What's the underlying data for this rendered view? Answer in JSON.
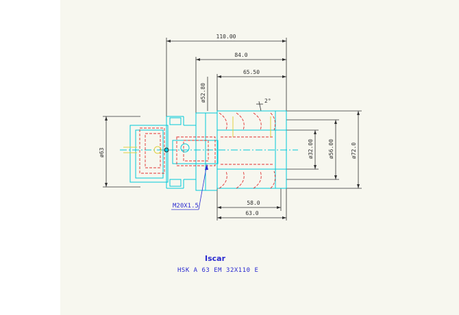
{
  "colors": {
    "outline": "#00c8d8",
    "hidden": "#e03030",
    "dimension": "#303030",
    "annotation": "#2a2ad0",
    "accent": "#e0d040"
  },
  "dimensions": {
    "overall_length": "110.00",
    "length_84": "84.0",
    "length_65": "65.50",
    "dia_52": "ø52.80",
    "angle": "2°",
    "dia_63": "ø63",
    "dia_32": "ø32.00",
    "dia_56": "ø56.00",
    "dia_72": "ø72.0",
    "length_58": "58.0",
    "length_63": "63.0"
  },
  "thread_label": "M20X1.5",
  "brand_mark": "Iscar",
  "caption": "HSK A 63 EM 32X110 E"
}
